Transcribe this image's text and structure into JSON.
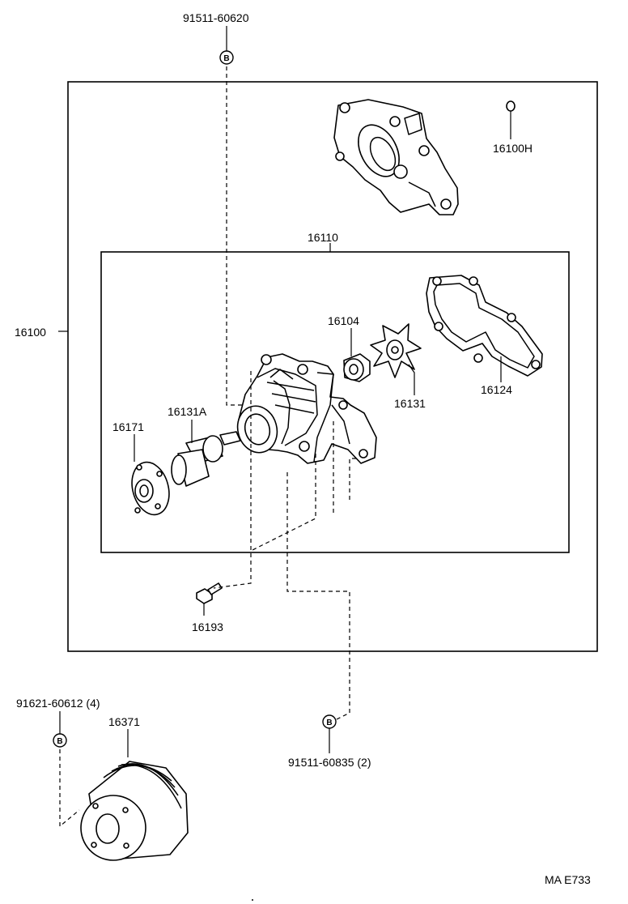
{
  "labels": {
    "p91511_60620": "91511-60620",
    "p16100h": "16100H",
    "p16110": "16110",
    "p16100": "16100",
    "p16104": "16104",
    "p16131a": "16131A",
    "p16171": "16171",
    "p16131": "16131",
    "p16124": "16124",
    "p16193": "16193",
    "p91621_60612": "91621-60612 (4)",
    "p16371": "16371",
    "p91511_60835": "91511-60835 (2)",
    "ref_code": "MA E733"
  },
  "badges": {
    "top": "B",
    "left": "B",
    "bottom": "B"
  }
}
